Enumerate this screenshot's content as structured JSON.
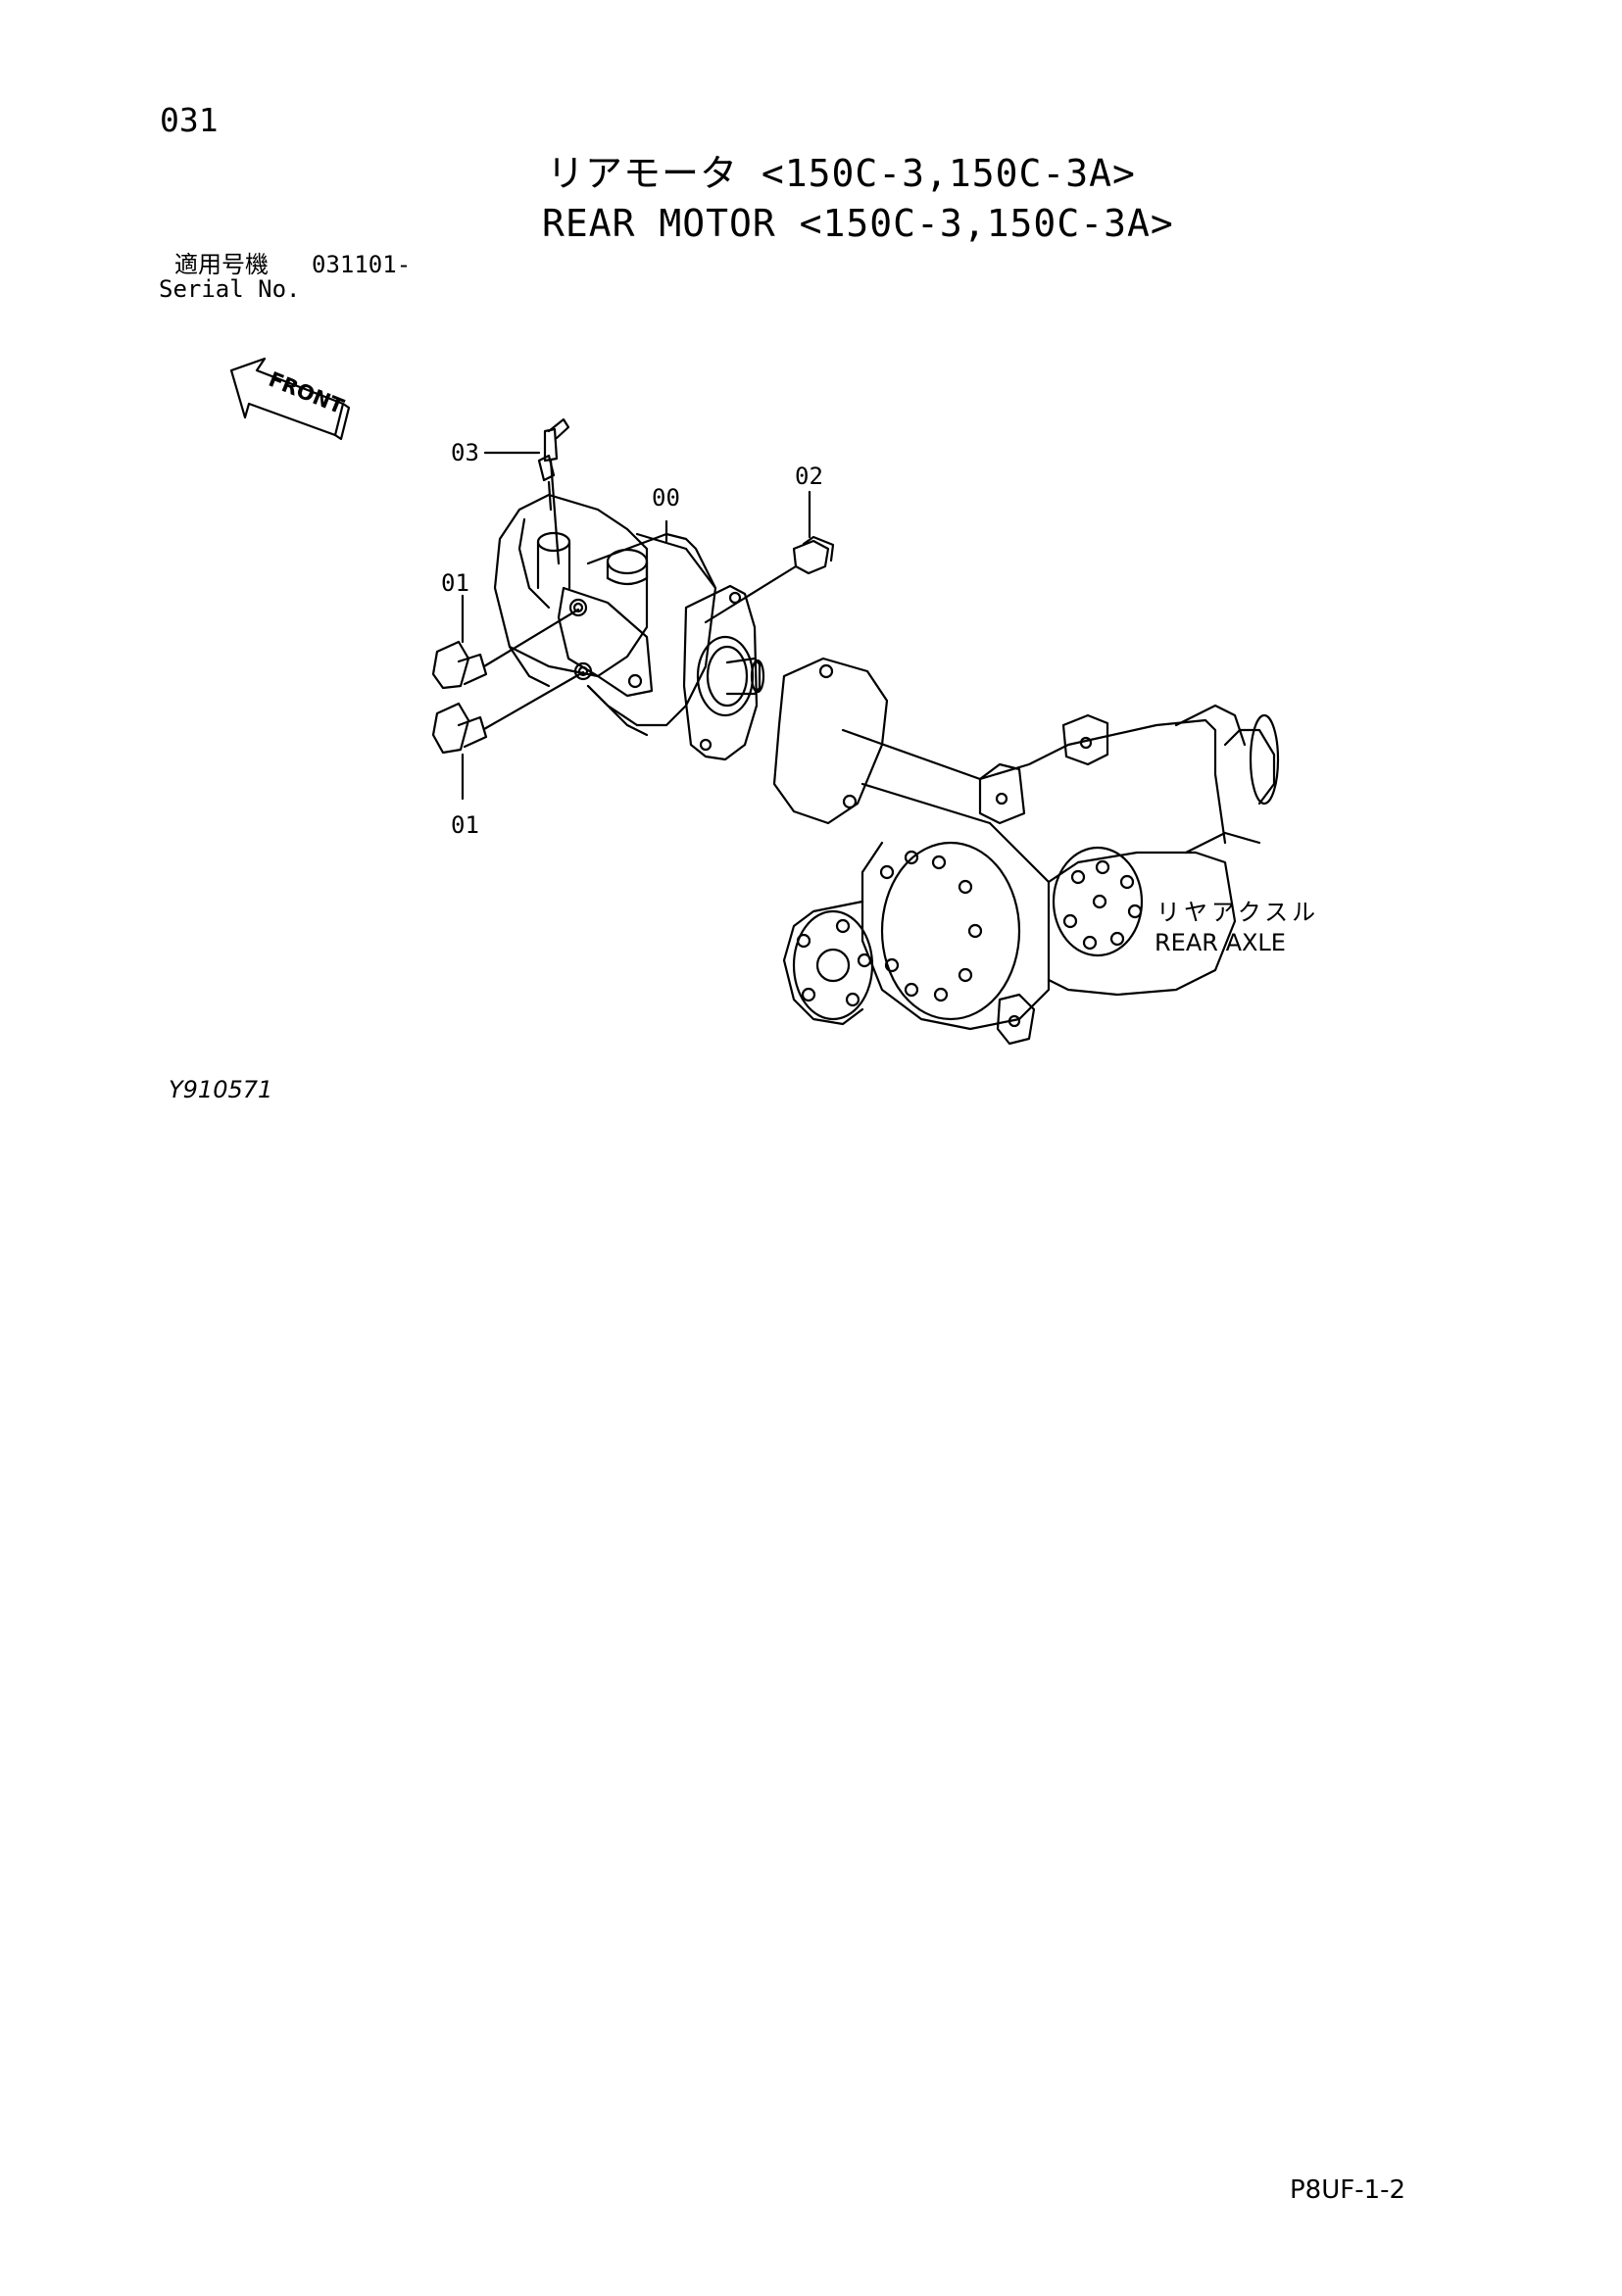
{
  "header": {
    "page_number": "031",
    "title_jp": "リアモータ <150C-3,150C-3A>",
    "title_en": "REAR MOTOR <150C-3,150C-3A>"
  },
  "serial": {
    "label_jp": "適用号機",
    "value": "031101-",
    "label_en": "Serial No."
  },
  "diagram": {
    "front_label": "FRONT",
    "callouts": [
      "03",
      "00",
      "02",
      "01",
      "01"
    ],
    "axle_label_jp": "リヤアクスル",
    "axle_label_en": "REAR AXLE"
  },
  "footer": {
    "drawing_code": "Y910571",
    "page_code": "P8UF-1-2"
  }
}
